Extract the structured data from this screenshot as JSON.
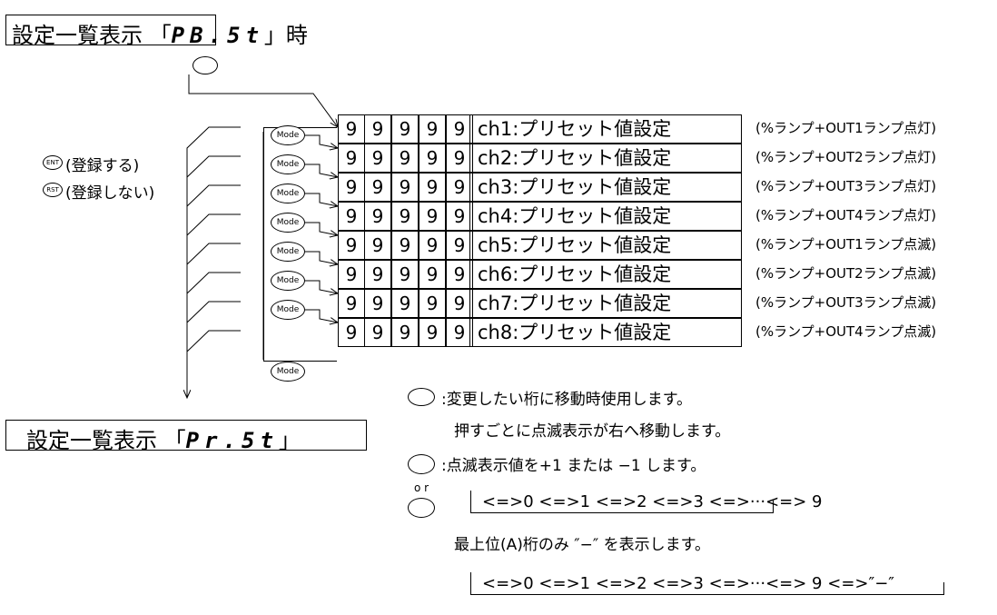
{
  "top_header": {
    "prefix": "設定一覧表示 「",
    "code": "PB.5t",
    "suffix": "」時"
  },
  "bottom_header": {
    "prefix": "設定一覧表示 「",
    "code": "Pr.5t",
    "suffix": "」"
  },
  "keys": {
    "ent": "ENT",
    "rst": "RST",
    "mode": "Mode"
  },
  "legend": {
    "ent_text": "(登録する)",
    "rst_text": "(登録しない)"
  },
  "rows": [
    {
      "digits": [
        "9",
        "9",
        "9",
        "9",
        "9"
      ],
      "label": "ch1:プリセット値設定",
      "note": "(%ランプ+OUT1ランプ点灯)"
    },
    {
      "digits": [
        "9",
        "9",
        "9",
        "9",
        "9"
      ],
      "label": "ch2:プリセット値設定",
      "note": "(%ランプ+OUT2ランプ点灯)"
    },
    {
      "digits": [
        "9",
        "9",
        "9",
        "9",
        "9"
      ],
      "label": "ch3:プリセット値設定",
      "note": "(%ランプ+OUT3ランプ点灯)"
    },
    {
      "digits": [
        "9",
        "9",
        "9",
        "9",
        "9"
      ],
      "label": "ch4:プリセット値設定",
      "note": "(%ランプ+OUT4ランプ点灯)"
    },
    {
      "digits": [
        "9",
        "9",
        "9",
        "9",
        "9"
      ],
      "label": "ch5:プリセット値設定",
      "note": "(%ランプ+OUT1ランプ点滅)"
    },
    {
      "digits": [
        "9",
        "9",
        "9",
        "9",
        "9"
      ],
      "label": "ch6:プリセット値設定",
      "note": "(%ランプ+OUT2ランプ点滅)"
    },
    {
      "digits": [
        "9",
        "9",
        "9",
        "9",
        "9"
      ],
      "label": "ch7:プリセット値設定",
      "note": "(%ランプ+OUT3ランプ点滅)"
    },
    {
      "digits": [
        "9",
        "9",
        "9",
        "9",
        "9"
      ],
      "label": "ch8:プリセット値設定",
      "note": "(%ランプ+OUT4ランプ点滅)"
    }
  ],
  "instructions": {
    "shift_line1": ":変更したい桁に移動時使用します。",
    "shift_line2": "押すごとに点滅表示が右へ移動します。",
    "updown": ":点滅表示値を+1 または −1 します。",
    "or": "o r",
    "seq1": "<=>0 <=>1 <=>2 <=>3 <=>···<=> 9",
    "top_digit": "最上位(A)桁のみ ″−″ を表示します。",
    "seq2": "<=>0 <=>1 <=>2 <=>3 <=>···<=> 9 <=>″−″"
  }
}
